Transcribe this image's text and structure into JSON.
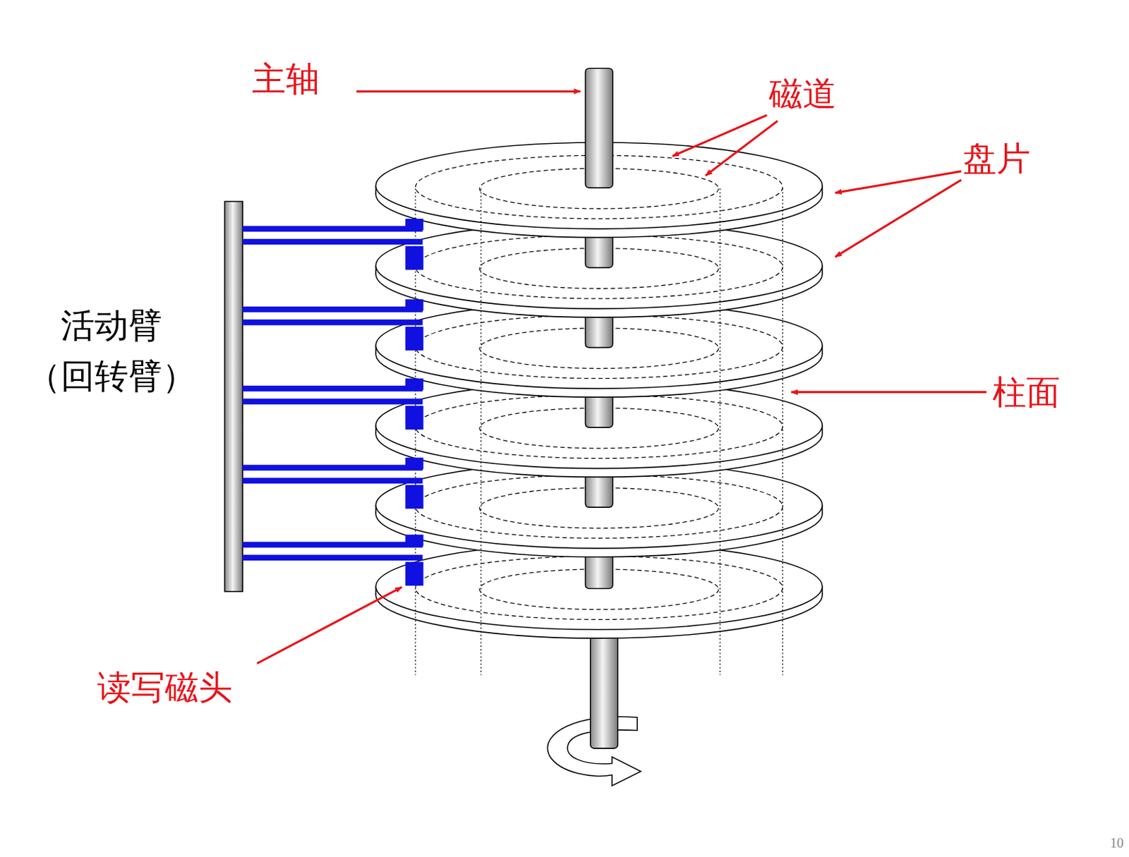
{
  "diagram": {
    "labels": [
      "主轴",
      "磁道",
      "盘片",
      "柱面",
      "活动臂 （回转臂）",
      "读写磁头",
      "10"
    ]
  }
}
